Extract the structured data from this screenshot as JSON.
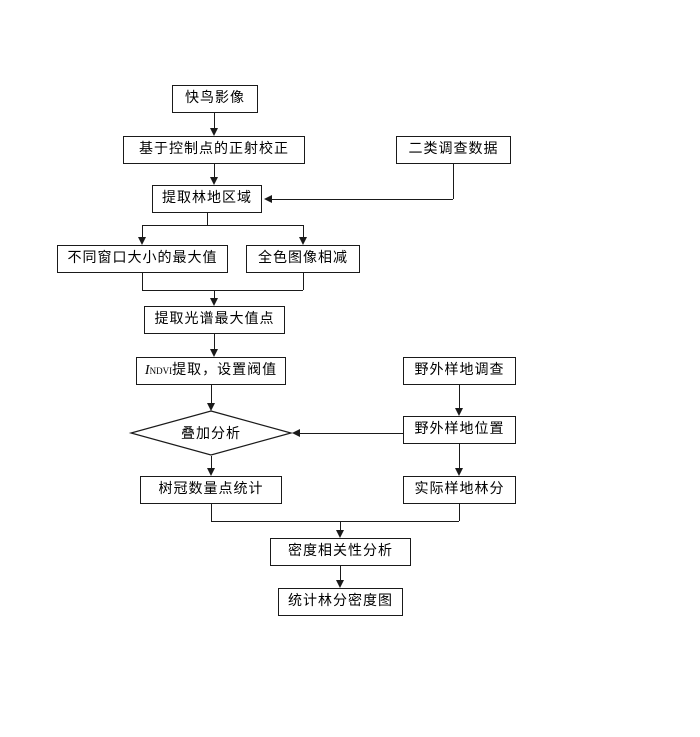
{
  "diagram": {
    "type": "flowchart",
    "title": "",
    "background_color": "#ffffff",
    "line_color": "#1a1a1a",
    "nodes": [
      {
        "id": "n1",
        "label": "快鸟影像",
        "shape": "rect"
      },
      {
        "id": "n2",
        "label": "基于控制点的正射校正",
        "shape": "rect"
      },
      {
        "id": "n3",
        "label": "提取林地区域",
        "shape": "rect"
      },
      {
        "id": "n4",
        "label": "二类调查数据",
        "shape": "rect"
      },
      {
        "id": "n5",
        "label": "不同窗口大小的最大值",
        "shape": "rect"
      },
      {
        "id": "n6",
        "label": "全色图像相减",
        "shape": "rect"
      },
      {
        "id": "n7",
        "label": "提取光谱最大值点",
        "shape": "rect"
      },
      {
        "id": "n8",
        "label_prefix": "I",
        "label_sub": "NDVI",
        "label_suffix": "提取，设置阀值",
        "shape": "rect"
      },
      {
        "id": "n9",
        "label": "叠加分析",
        "shape": "diamond"
      },
      {
        "id": "n10",
        "label": "野外样地调查",
        "shape": "rect"
      },
      {
        "id": "n11",
        "label": "野外样地位置",
        "shape": "rect"
      },
      {
        "id": "n12",
        "label": "树冠数量点统计",
        "shape": "rect"
      },
      {
        "id": "n13",
        "label": "实际样地林分",
        "shape": "rect"
      },
      {
        "id": "n14",
        "label": "密度相关性分析",
        "shape": "rect"
      },
      {
        "id": "n15",
        "label": "统计林分密度图",
        "shape": "rect"
      }
    ],
    "edges": [
      {
        "from": "n1",
        "to": "n2",
        "arrow": "down"
      },
      {
        "from": "n2",
        "to": "n3",
        "arrow": "down"
      },
      {
        "from": "n4",
        "to": "n3",
        "arrow": "left"
      },
      {
        "from": "n3",
        "to": "n5",
        "arrow": "down"
      },
      {
        "from": "n3",
        "to": "n6",
        "arrow": "down"
      },
      {
        "from": "n5",
        "to": "n7",
        "arrow": "down"
      },
      {
        "from": "n6",
        "to": "n7",
        "arrow": "down"
      },
      {
        "from": "n7",
        "to": "n8",
        "arrow": "down"
      },
      {
        "from": "n8",
        "to": "n9",
        "arrow": "down"
      },
      {
        "from": "n10",
        "to": "n11",
        "arrow": "down"
      },
      {
        "from": "n11",
        "to": "n9",
        "arrow": "left"
      },
      {
        "from": "n9",
        "to": "n12",
        "arrow": "down"
      },
      {
        "from": "n11",
        "to": "n13",
        "arrow": "down"
      },
      {
        "from": "n12",
        "to": "n14",
        "arrow": "down"
      },
      {
        "from": "n13",
        "to": "n14",
        "arrow": "down"
      },
      {
        "from": "n14",
        "to": "n15",
        "arrow": "down"
      }
    ]
  }
}
